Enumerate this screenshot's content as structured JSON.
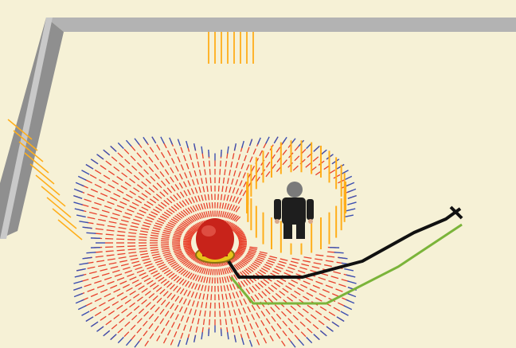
{
  "scene": {
    "description_hidden": "",
    "colors": {
      "floor": "#f6f1d6",
      "wall_top": "#a9a9a9",
      "wall_side": "#8a8a8a",
      "field_red": "#e8412c",
      "field_blue": "#3c4fb0",
      "field_orange": "#ffae1a",
      "path_black": "#111111",
      "path_green": "#7bb43a",
      "robot_red": "#c8231a",
      "robot_yellow": "#f2d21a",
      "person_dark": "#1e1e1e",
      "person_skin": "#d9a88a"
    },
    "objects": {
      "wall": "wall",
      "vector_field": "potential-field-vectors",
      "robot": "robot",
      "person": "human-obstacle",
      "planned_path": "planned-path",
      "alt_path": "alternate-path",
      "goal_marker": "goal-marker"
    }
  }
}
